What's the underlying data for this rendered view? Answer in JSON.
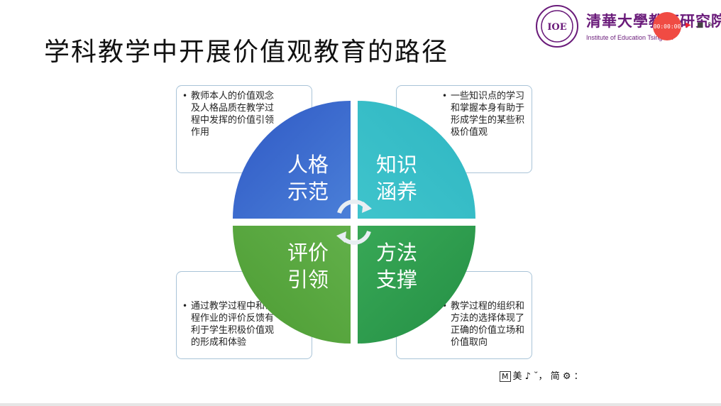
{
  "slide": {
    "title": "学科教学中开展价值观教育的路径",
    "quadrants": [
      {
        "label_line1": "人格",
        "label_line2": "示范",
        "color": "#3f6fd0"
      },
      {
        "label_line1": "知识",
        "label_line2": "涵养",
        "color": "#33bcc7"
      },
      {
        "label_line1": "评价",
        "label_line2": "引领",
        "color": "#58a83c"
      },
      {
        "label_line1": "方法",
        "label_line2": "支撑",
        "color": "#2e9a4e"
      }
    ],
    "callouts": [
      {
        "bullet": "•",
        "text": "教师本人的价值观念及人格品质在教学过程中发挥的价值引领作用"
      },
      {
        "bullet": "•",
        "text": "一些知识点的学习和掌握本身有助于形成学生的某些积极价值观"
      },
      {
        "bullet": "•",
        "text": "通过教学过程中和课程作业的评价反馈有利于学生积极价值观的形成和体验"
      },
      {
        "bullet": "•",
        "text": "教学过程的组织和方法的选择体现了正确的价值立场和价值取向"
      }
    ]
  },
  "logo": {
    "seal_text": "IOE",
    "name_cn": "清華大學教育研究院",
    "name_en": "Institute of Education Tsinghua"
  },
  "overlay": {
    "recording_time": "00:00:00",
    "play_icon": "▶",
    "stop_icon": "■",
    "pen_icon": "✎"
  },
  "ime_toolbar": {
    "mode": "M",
    "text": "美 ♪ ˘， 简 ⚙ ："
  },
  "colors": {
    "accent_border": "#a9c4d8",
    "logo_purple": "#6a1b7a",
    "recording_red": "#f04b43"
  }
}
